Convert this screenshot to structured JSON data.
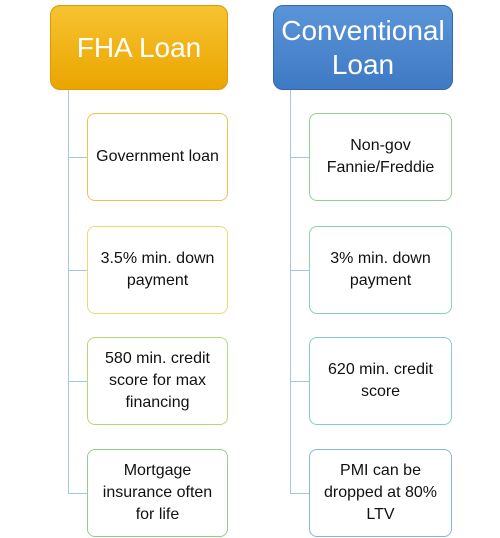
{
  "fha": {
    "title": "FHA Loan",
    "color": "#eba500",
    "items": [
      {
        "text": "Government loan",
        "border": "#f0c24a"
      },
      {
        "text": "3.5% min. down payment",
        "border": "#e7dc74"
      },
      {
        "text": "580 min. credit score for max financing",
        "border": "#b7d77a"
      },
      {
        "text": "Mortgage insurance often for life",
        "border": "#90d083"
      }
    ]
  },
  "conventional": {
    "title": "Conventional Loan",
    "color": "#3e79c4",
    "items": [
      {
        "text": "Non-gov Fannie/Freddie",
        "border": "#8fd392"
      },
      {
        "text": "3% min. down payment",
        "border": "#86d3ad"
      },
      {
        "text": "620 min. credit score",
        "border": "#7fcfcf"
      },
      {
        "text": "PMI can be dropped at 80% LTV",
        "border": "#7fb8e1"
      }
    ]
  }
}
